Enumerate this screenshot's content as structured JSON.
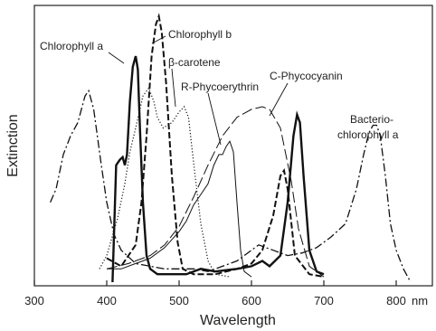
{
  "chart_data": {
    "type": "line",
    "xlabel": "Wavelength",
    "ylabel": "Extinction",
    "x_unit": "nm",
    "xlim": [
      300,
      850
    ],
    "x_ticks": [
      300,
      400,
      500,
      600,
      700,
      800
    ],
    "ylim": [
      0,
      1
    ],
    "grid": false,
    "legend": "none",
    "series": [
      {
        "name": "Chlorophyll a",
        "style": "solid-thick",
        "points": [
          [
            408,
            0.0
          ],
          [
            413,
            0.44
          ],
          [
            418,
            0.46
          ],
          [
            422,
            0.47
          ],
          [
            425,
            0.44
          ],
          [
            428,
            0.48
          ],
          [
            432,
            0.68
          ],
          [
            436,
            0.81
          ],
          [
            440,
            0.85
          ],
          [
            443,
            0.8
          ],
          [
            446,
            0.57
          ],
          [
            450,
            0.3
          ],
          [
            455,
            0.1
          ],
          [
            460,
            0.05
          ],
          [
            470,
            0.03
          ],
          [
            490,
            0.03
          ],
          [
            510,
            0.03
          ],
          [
            530,
            0.05
          ],
          [
            550,
            0.04
          ],
          [
            580,
            0.05
          ],
          [
            600,
            0.06
          ],
          [
            615,
            0.08
          ],
          [
            625,
            0.06
          ],
          [
            640,
            0.1
          ],
          [
            650,
            0.3
          ],
          [
            658,
            0.55
          ],
          [
            663,
            0.63
          ],
          [
            667,
            0.6
          ],
          [
            672,
            0.4
          ],
          [
            680,
            0.12
          ],
          [
            690,
            0.04
          ],
          [
            700,
            0.03
          ]
        ]
      },
      {
        "name": "Chlorophyll b",
        "style": "dashed",
        "points": [
          [
            400,
            0.09
          ],
          [
            420,
            0.06
          ],
          [
            430,
            0.1
          ],
          [
            440,
            0.14
          ],
          [
            448,
            0.3
          ],
          [
            455,
            0.55
          ],
          [
            462,
            0.85
          ],
          [
            468,
            0.97
          ],
          [
            472,
            1.0
          ],
          [
            476,
            0.94
          ],
          [
            482,
            0.75
          ],
          [
            490,
            0.4
          ],
          [
            498,
            0.15
          ],
          [
            505,
            0.05
          ],
          [
            520,
            0.03
          ],
          [
            550,
            0.03
          ],
          [
            580,
            0.05
          ],
          [
            600,
            0.07
          ],
          [
            615,
            0.12
          ],
          [
            630,
            0.25
          ],
          [
            640,
            0.4
          ],
          [
            645,
            0.42
          ],
          [
            650,
            0.35
          ],
          [
            660,
            0.1
          ],
          [
            680,
            0.03
          ],
          [
            700,
            0.02
          ]
        ]
      },
      {
        "name": "β-carotene",
        "style": "dotted",
        "points": [
          [
            390,
            0.05
          ],
          [
            400,
            0.1
          ],
          [
            415,
            0.24
          ],
          [
            425,
            0.37
          ],
          [
            432,
            0.49
          ],
          [
            440,
            0.58
          ],
          [
            450,
            0.7
          ],
          [
            458,
            0.73
          ],
          [
            465,
            0.68
          ],
          [
            470,
            0.62
          ],
          [
            478,
            0.58
          ],
          [
            490,
            0.6
          ],
          [
            500,
            0.64
          ],
          [
            507,
            0.66
          ],
          [
            513,
            0.62
          ],
          [
            520,
            0.45
          ],
          [
            530,
            0.22
          ],
          [
            540,
            0.08
          ],
          [
            550,
            0.03
          ],
          [
            570,
            0.02
          ]
        ]
      },
      {
        "name": "R-Phycoerythrin",
        "style": "solid-thin",
        "points": [
          [
            400,
            0.05
          ],
          [
            420,
            0.05
          ],
          [
            440,
            0.07
          ],
          [
            460,
            0.09
          ],
          [
            480,
            0.13
          ],
          [
            500,
            0.19
          ],
          [
            510,
            0.23
          ],
          [
            520,
            0.29
          ],
          [
            530,
            0.33
          ],
          [
            540,
            0.37
          ],
          [
            548,
            0.44
          ],
          [
            555,
            0.48
          ],
          [
            560,
            0.48
          ],
          [
            565,
            0.51
          ],
          [
            570,
            0.53
          ],
          [
            575,
            0.49
          ],
          [
            580,
            0.3
          ],
          [
            585,
            0.12
          ],
          [
            590,
            0.04
          ],
          [
            600,
            0.02
          ]
        ]
      },
      {
        "name": "C-Phycocyanin",
        "style": "long-dash-thin",
        "points": [
          [
            400,
            0.05
          ],
          [
            430,
            0.07
          ],
          [
            460,
            0.1
          ],
          [
            480,
            0.14
          ],
          [
            500,
            0.21
          ],
          [
            520,
            0.32
          ],
          [
            540,
            0.44
          ],
          [
            560,
            0.55
          ],
          [
            580,
            0.62
          ],
          [
            600,
            0.65
          ],
          [
            615,
            0.66
          ],
          [
            625,
            0.65
          ],
          [
            640,
            0.58
          ],
          [
            655,
            0.38
          ],
          [
            665,
            0.2
          ],
          [
            680,
            0.06
          ],
          [
            700,
            0.02
          ]
        ]
      },
      {
        "name": "Bacterio-chlorophyll a",
        "style": "dash-dot",
        "points": [
          [
            322,
            0.3
          ],
          [
            330,
            0.35
          ],
          [
            340,
            0.48
          ],
          [
            350,
            0.55
          ],
          [
            360,
            0.6
          ],
          [
            370,
            0.7
          ],
          [
            375,
            0.72
          ],
          [
            382,
            0.65
          ],
          [
            392,
            0.45
          ],
          [
            400,
            0.3
          ],
          [
            410,
            0.18
          ],
          [
            420,
            0.12
          ],
          [
            440,
            0.07
          ],
          [
            460,
            0.06
          ],
          [
            480,
            0.05
          ],
          [
            500,
            0.05
          ],
          [
            520,
            0.05
          ],
          [
            540,
            0.04
          ],
          [
            560,
            0.06
          ],
          [
            580,
            0.08
          ],
          [
            600,
            0.12
          ],
          [
            610,
            0.14
          ],
          [
            620,
            0.13
          ],
          [
            630,
            0.12
          ],
          [
            650,
            0.1
          ],
          [
            670,
            0.11
          ],
          [
            690,
            0.13
          ],
          [
            710,
            0.17
          ],
          [
            730,
            0.22
          ],
          [
            745,
            0.35
          ],
          [
            755,
            0.48
          ],
          [
            762,
            0.56
          ],
          [
            768,
            0.59
          ],
          [
            773,
            0.59
          ],
          [
            778,
            0.55
          ],
          [
            785,
            0.4
          ],
          [
            792,
            0.22
          ],
          [
            800,
            0.12
          ],
          [
            810,
            0.05
          ],
          [
            820,
            0.0
          ]
        ]
      }
    ],
    "annotations": [
      {
        "text": "Chlorophyll a",
        "series": "Chlorophyll a"
      },
      {
        "text": "Chlorophyll b",
        "series": "Chlorophyll b"
      },
      {
        "text": "β-carotene",
        "series": "β-carotene"
      },
      {
        "text": "R-Phycoerythrin",
        "series": "R-Phycoerythrin"
      },
      {
        "text": "C-Phycocyanin",
        "series": "C-Phycocyanin"
      },
      {
        "text": "Bacterio-",
        "series": "Bacterio-chlorophyll a"
      },
      {
        "text": "chlorophyll a",
        "series": "Bacterio-chlorophyll a"
      }
    ]
  }
}
